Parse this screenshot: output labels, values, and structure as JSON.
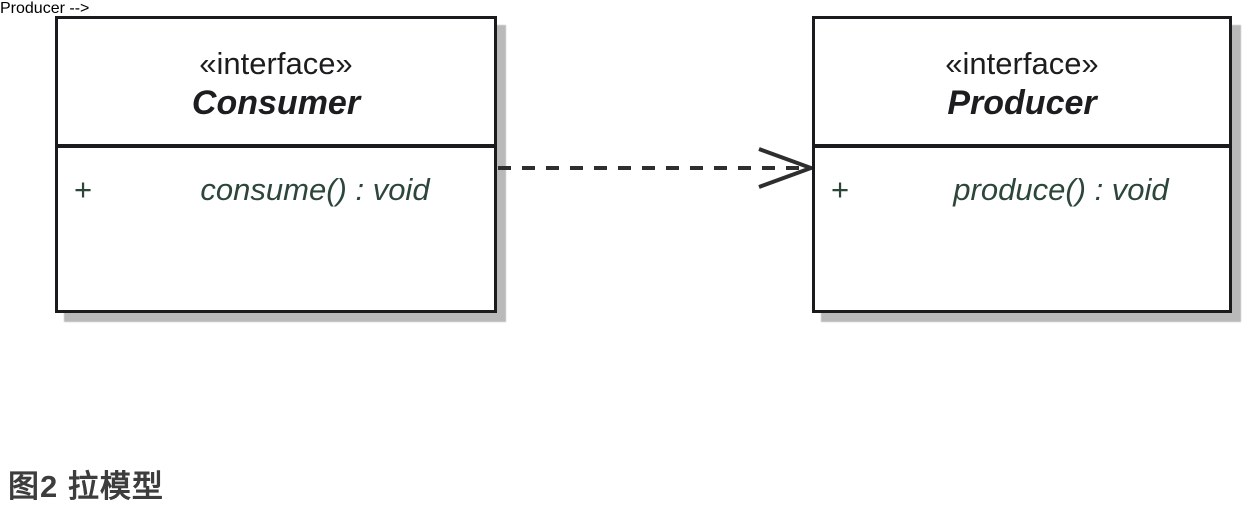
{
  "diagram": {
    "caption": "图2 拉模型",
    "classes": [
      {
        "stereotype": "«interface»",
        "name": "Consumer",
        "methods": [
          {
            "visibility": "+",
            "signature": "consume() : void"
          }
        ]
      },
      {
        "stereotype": "«interface»",
        "name": "Producer",
        "methods": [
          {
            "visibility": "+",
            "signature": "produce() : void"
          }
        ]
      }
    ],
    "arrow": {
      "type": "dashed-dependency",
      "from": "Consumer",
      "to": "Producer",
      "head": "open-arrowhead"
    },
    "colors": {
      "border_color": "#1b1b1d",
      "shadow_color": "#b9b9b9",
      "method_color": "#2c463a",
      "title_color": "#1d1d1f",
      "arrow_color": "#2e2e2e",
      "caption_color": "#3d3d3d"
    }
  }
}
